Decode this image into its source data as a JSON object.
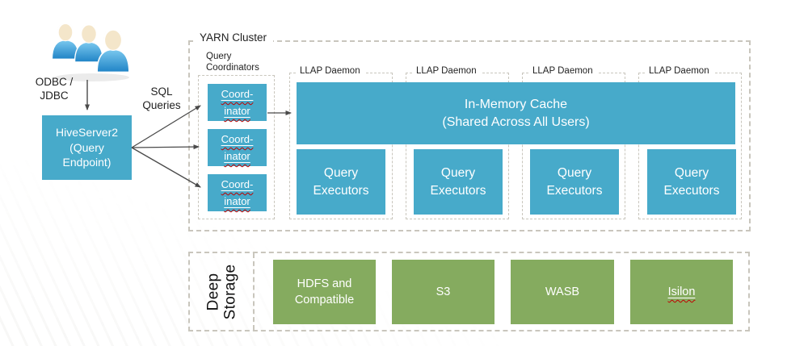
{
  "palette": {
    "box_blue": "#47aaca",
    "box_green": "#85ab5f",
    "dash_border": "#c9c6bd",
    "arrow": "#4a4a4a",
    "spellcheck_red": "#c00000"
  },
  "client": {
    "users_icon": "three-users",
    "protocol_lines": [
      "ODBC /",
      "JDBC"
    ],
    "hiveserver2_lines": [
      "HiveServer2",
      "(Query",
      "Endpoint)"
    ],
    "sql_label_lines": [
      "SQL",
      "Queries"
    ]
  },
  "yarn_cluster": {
    "label": "YARN Cluster",
    "query_coordinators": {
      "label_lines": [
        "Query",
        "Coordinators"
      ],
      "items": [
        {
          "lines": [
            "Coord-",
            "inator"
          ]
        },
        {
          "lines": [
            "Coord-",
            "inator"
          ]
        },
        {
          "lines": [
            "Coord-",
            "inator"
          ]
        }
      ]
    },
    "cache_lines": [
      "In-Memory Cache",
      "(Shared Across All Users)"
    ],
    "llap_daemons": [
      {
        "label": "LLAP Daemon",
        "executor_lines": [
          "Query",
          "Executors"
        ]
      },
      {
        "label": "LLAP Daemon",
        "executor_lines": [
          "Query",
          "Executors"
        ]
      },
      {
        "label": "LLAP Daemon",
        "executor_lines": [
          "Query",
          "Executors"
        ]
      },
      {
        "label": "LLAP Daemon",
        "executor_lines": [
          "Query",
          "Executors"
        ]
      }
    ]
  },
  "deep_storage": {
    "label_lines": [
      "Deep",
      "Storage"
    ],
    "items": [
      {
        "lines": [
          "HDFS and",
          "Compatible"
        ]
      },
      {
        "lines": [
          "S3"
        ]
      },
      {
        "lines": [
          "WASB"
        ]
      },
      {
        "lines": [
          "Isilon"
        ]
      }
    ]
  }
}
